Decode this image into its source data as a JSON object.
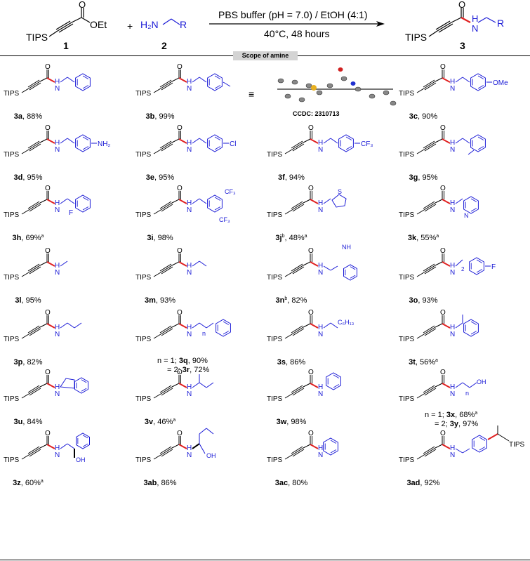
{
  "scheme": {
    "reagent1": {
      "number": "1",
      "tips": "TIPS",
      "ester": "OEt",
      "oxygen": "O"
    },
    "plus": "+",
    "reagent2": {
      "number": "2",
      "amine": "H₂N",
      "r": "R"
    },
    "condition_top": "PBS buffer (pH = 7.0) / EtOH (4:1)",
    "condition_bottom": "40°C, 48 hours",
    "product": {
      "number": "3",
      "tips": "TIPS",
      "oxygen": "O",
      "nh": "H",
      "n": "N",
      "r": "R"
    }
  },
  "banner": "Scope of amine",
  "crystal": {
    "label": "CCDC: 2310713",
    "equiv": "≡"
  },
  "compounds": [
    {
      "id": "3a",
      "sup": "",
      "yield": "88%",
      "ysup": ""
    },
    {
      "id": "3b",
      "sup": "",
      "yield": "99%",
      "ysup": ""
    },
    {
      "id": "3c",
      "sup": "",
      "yield": "90%",
      "ysup": ""
    },
    {
      "id": "3d",
      "sup": "",
      "yield": "95%",
      "ysup": ""
    },
    {
      "id": "3e",
      "sup": "",
      "yield": "95%",
      "ysup": ""
    },
    {
      "id": "3f",
      "sup": "",
      "yield": "94%",
      "ysup": ""
    },
    {
      "id": "3g",
      "sup": "",
      "yield": "95%",
      "ysup": ""
    },
    {
      "id": "3h",
      "sup": "",
      "yield": "69%",
      "ysup": "a"
    },
    {
      "id": "3i",
      "sup": "",
      "yield": "98%",
      "ysup": ""
    },
    {
      "id": "3j",
      "sup": "b",
      "yield": "48%",
      "ysup": "a"
    },
    {
      "id": "3k",
      "sup": "",
      "yield": "55%",
      "ysup": "a"
    },
    {
      "id": "3l",
      "sup": "",
      "yield": "95%",
      "ysup": ""
    },
    {
      "id": "3m",
      "sup": "",
      "yield": "93%",
      "ysup": ""
    },
    {
      "id": "3n",
      "sup": "b",
      "yield": "82%",
      "ysup": ""
    },
    {
      "id": "3o",
      "sup": "",
      "yield": "93%",
      "ysup": ""
    },
    {
      "id": "3p",
      "sup": "",
      "yield": "82%",
      "ysup": ""
    },
    {
      "id": "3s",
      "sup": "",
      "yield": "86%",
      "ysup": ""
    },
    {
      "id": "3t",
      "sup": "",
      "yield": "56%",
      "ysup": "a"
    },
    {
      "id": "3u",
      "sup": "",
      "yield": "84%",
      "ysup": ""
    },
    {
      "id": "3v",
      "sup": "",
      "yield": "46%",
      "ysup": "a"
    },
    {
      "id": "3w",
      "sup": "",
      "yield": "98%",
      "ysup": ""
    },
    {
      "id": "3z",
      "sup": "",
      "yield": "60%",
      "ysup": "a"
    },
    {
      "id": "3ab",
      "sup": "",
      "yield": "86%",
      "ysup": ""
    },
    {
      "id": "3ac",
      "sup": "",
      "yield": "80%",
      "ysup": ""
    },
    {
      "id": "3ad",
      "sup": "",
      "yield": "92%",
      "ysup": ""
    }
  ],
  "multi": [
    {
      "line1": {
        "pre": "n = 1; ",
        "id": "3q",
        "yield": ", 90%",
        "ysup": ""
      },
      "line2": {
        "pre": "= 2; ",
        "id": "3r",
        "yield": ", 72%",
        "ysup": ""
      }
    },
    {
      "line1": {
        "pre": "n = 1; ",
        "id": "3x",
        "yield": ", 68%",
        "ysup": "a"
      },
      "line2": {
        "pre": "= 2; ",
        "id": "3y",
        "yield": ", 97%",
        "ysup": ""
      }
    }
  ],
  "substituents": {
    "ome": "OMe",
    "nh2": "NH₂",
    "cl": "Cl",
    "cf3": "CF₃",
    "f": "F",
    "s": "S",
    "n_atom": "N",
    "nh": "NH",
    "n": "n",
    "two": "2",
    "c6h13": "C₆H₁₃",
    "oh": "OH"
  },
  "atoms": {
    "tips": "TIPS",
    "o": "O",
    "h": "H",
    "n": "N"
  },
  "colors": {
    "substrate": "#000000",
    "amine": "#1a1ad6",
    "bond_new": "#e02020",
    "banner_bg": "#d4d4d4"
  }
}
